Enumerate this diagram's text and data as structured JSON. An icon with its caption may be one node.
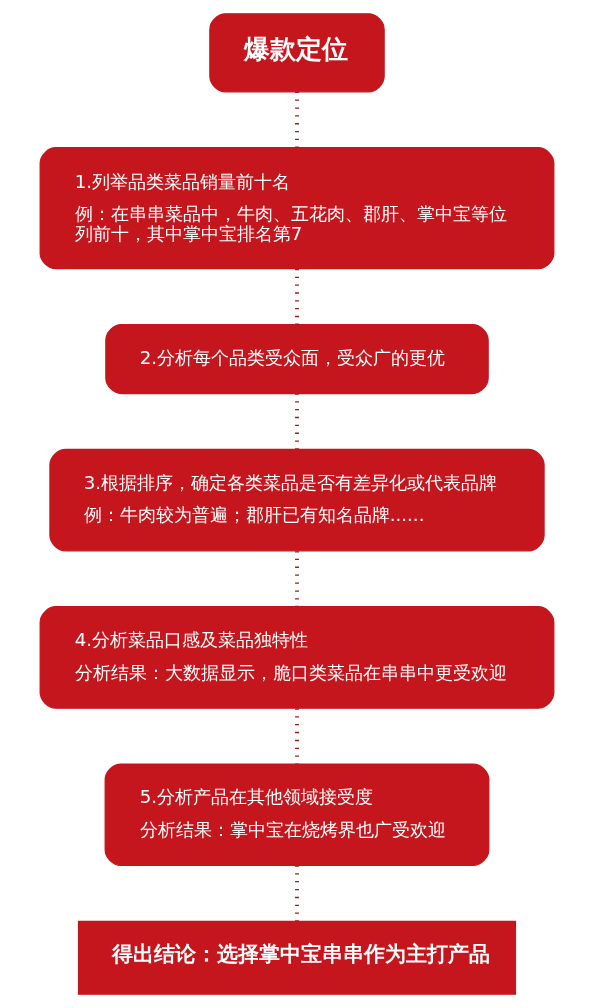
{
  "diagram": {
    "nodes": [
      {
        "text": [
          "爆款定位"
        ]
      },
      {
        "text": [
          "1.列举品类菜品销量前十名",
          "例：在串串菜品中，牛肉、五花肉、郡肝、掌中宝等位列前十，其中掌中宝排名第7"
        ]
      },
      {
        "text": [
          "2.分析每个品类受众面，受众广的更优"
        ]
      },
      {
        "text": [
          "3.根据排序，确定各类菜品是否有差异化或代表品牌",
          "例：牛肉较为普遍；郡肝已有知名品牌......"
        ]
      },
      {
        "text": [
          "4.分析菜品口感及菜品独特性",
          "分析结果：大数据显示，脆口类菜品在串串中更受欢迎"
        ]
      },
      {
        "text": [
          "5.分析产品在其他领域接受度",
          "分析结果：掌中宝在烧烤界也广受欢迎"
        ]
      },
      {
        "text": [
          "得出结论：选择掌中宝串串作为主打产品"
        ]
      }
    ],
    "edges": [
      {
        "from": 0,
        "to": 1,
        "arrow": "none",
        "style": "dashed"
      },
      {
        "from": 1,
        "to": 2,
        "arrow": "none",
        "style": "dashed"
      },
      {
        "from": 2,
        "to": 3,
        "arrow": "none",
        "style": "dashed"
      },
      {
        "from": 3,
        "to": 4,
        "arrow": "none",
        "style": "dashed"
      },
      {
        "from": 4,
        "to": 5,
        "arrow": "none",
        "style": "dashed"
      },
      {
        "from": 5,
        "to": 6,
        "arrow": "none",
        "style": "dashed"
      }
    ]
  }
}
